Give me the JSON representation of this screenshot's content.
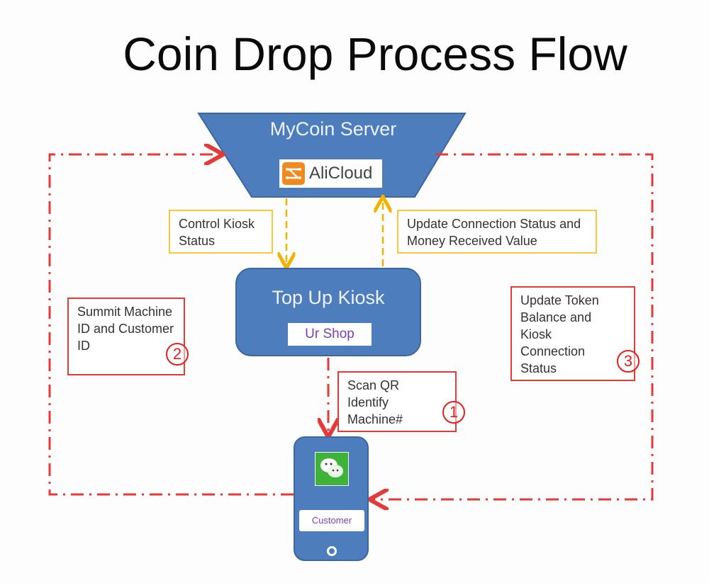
{
  "title": "Coin Drop Process Flow",
  "server": {
    "name": "MyCoin Server",
    "cloud_label": "AliCloud",
    "cloud_icon": "alicloud-logo-icon"
  },
  "server_kiosk_links": {
    "down_label": "Control Kiosk Status",
    "up_label": "Update Connection Status and Money Received Value"
  },
  "kiosk": {
    "name": "Top Up Kiosk",
    "shop": "Ur Shop"
  },
  "steps": [
    {
      "number": "1",
      "text": "Scan QR Identify Machine#"
    },
    {
      "number": "2",
      "text": "Summit Machine ID and Customer ID"
    },
    {
      "number": "3",
      "text": "Update Token Balance and Kiosk Connection Status"
    }
  ],
  "customer": {
    "label": "Customer",
    "app_icon": "wechat-icon"
  },
  "colors": {
    "shape_fill": "#4e7dbe",
    "loop_line": "#e53a3a",
    "server_link_line": "#f5b800",
    "step_box_border": "#e53a3a",
    "label_box_border": "#f5c842"
  }
}
